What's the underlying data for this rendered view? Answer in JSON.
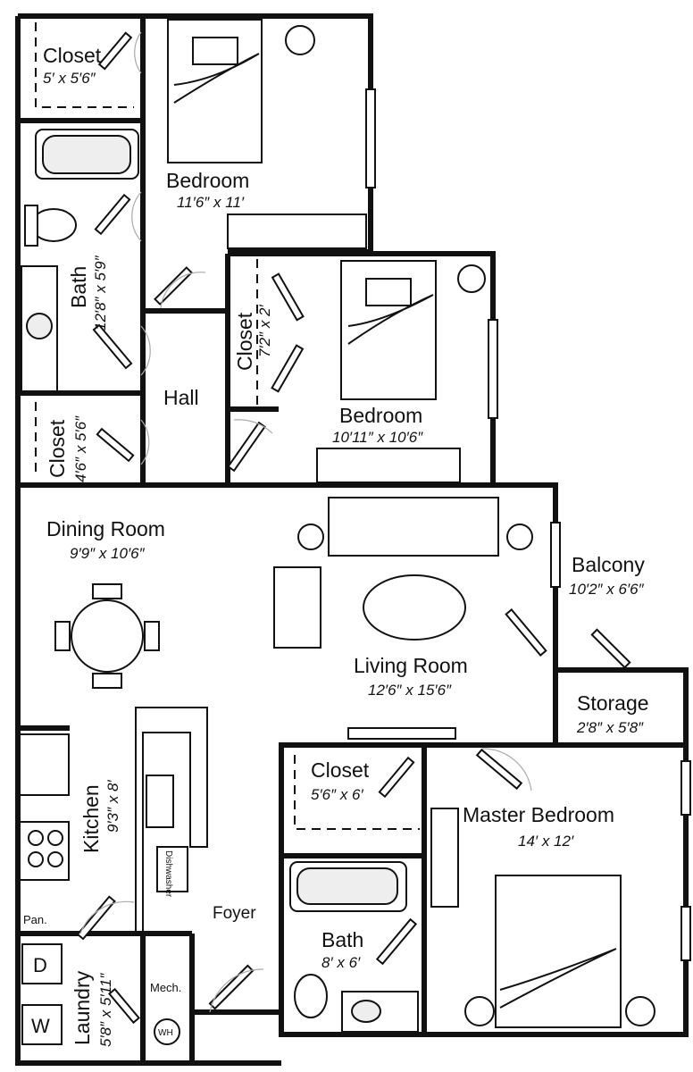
{
  "rooms": {
    "closet_top": {
      "name": "Closet",
      "dims": "5′ x 5′6″"
    },
    "bedroom_1": {
      "name": "Bedroom",
      "dims": "11′6″ x 11′"
    },
    "bath_1": {
      "name": "Bath",
      "dims": "12′8″ x 5′9″"
    },
    "closet_mid": {
      "name": "Closet",
      "dims": "7′2″ x 2′"
    },
    "bedroom_2": {
      "name": "Bedroom",
      "dims": "10′11″ x 10′6″"
    },
    "hall": {
      "name": "Hall"
    },
    "closet_left": {
      "name": "Closet",
      "dims": "4′6″ x 5′6″"
    },
    "dining": {
      "name": "Dining Room",
      "dims": "9′9″ x 10′6″"
    },
    "living": {
      "name": "Living Room",
      "dims": "12′6″ x 15′6″"
    },
    "balcony": {
      "name": "Balcony",
      "dims": "10′2″ x 6′6″"
    },
    "storage": {
      "name": "Storage",
      "dims": "2′8″ x 5′8″"
    },
    "kitchen": {
      "name": "Kitchen",
      "dims": "9′3″ x 8′"
    },
    "closet_master": {
      "name": "Closet",
      "dims": "5′6″ x 6′"
    },
    "master": {
      "name": "Master Bedroom",
      "dims": "14′ x 12′"
    },
    "foyer": {
      "name": "Foyer"
    },
    "bath_2": {
      "name": "Bath",
      "dims": "8′ x 6′"
    },
    "laundry": {
      "name": "Laundry",
      "dims": "5′8″ x 5′11″"
    },
    "pantry": {
      "name": "Pan."
    },
    "mech": {
      "name": "Mech."
    }
  },
  "fixtures": {
    "dryer": "D",
    "washer": "W",
    "water_heater": "WH",
    "dishwasher": "Dishwasher"
  }
}
